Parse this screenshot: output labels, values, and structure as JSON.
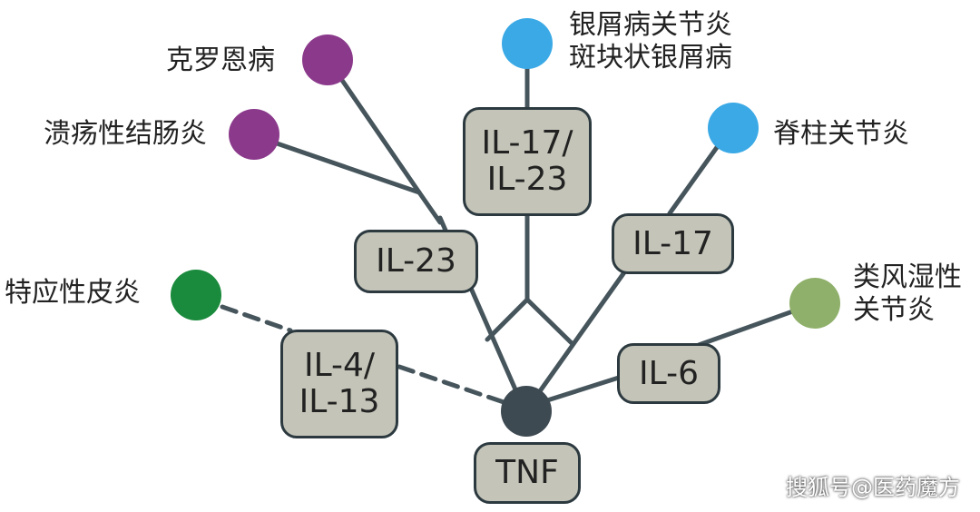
{
  "center": {
    "label": "TNF",
    "color": "#3e4a52"
  },
  "cytokines": {
    "il23": {
      "label": "IL-23"
    },
    "il17_23": {
      "line1": "IL-17/",
      "line2": "IL-23"
    },
    "il17": {
      "label": "IL-17"
    },
    "il4_13": {
      "line1": "IL-4/",
      "line2": "IL-13"
    },
    "il6": {
      "label": "IL-6"
    }
  },
  "diseases": {
    "crohns": {
      "label": "克罗恩病",
      "color": "#8b3a8b"
    },
    "uc": {
      "label": "溃疡性结肠炎",
      "color": "#8b3a8b"
    },
    "psoriasis": {
      "line1": "银屑病关节炎",
      "line2": "斑块状银屑病",
      "color": "#3aa9e6"
    },
    "as": {
      "label": "脊柱关节炎",
      "color": "#3aa9e6"
    },
    "ad": {
      "label": "特应性皮炎",
      "color": "#1a8a3c"
    },
    "ra": {
      "line1": "类风湿性",
      "line2": "关节炎",
      "color": "#8fb06a"
    }
  },
  "colors": {
    "line": "#46555c",
    "box_fill": "#c4c4b8",
    "box_border": "#2c3a40"
  },
  "watermark": "搜狐号@医药魔方"
}
